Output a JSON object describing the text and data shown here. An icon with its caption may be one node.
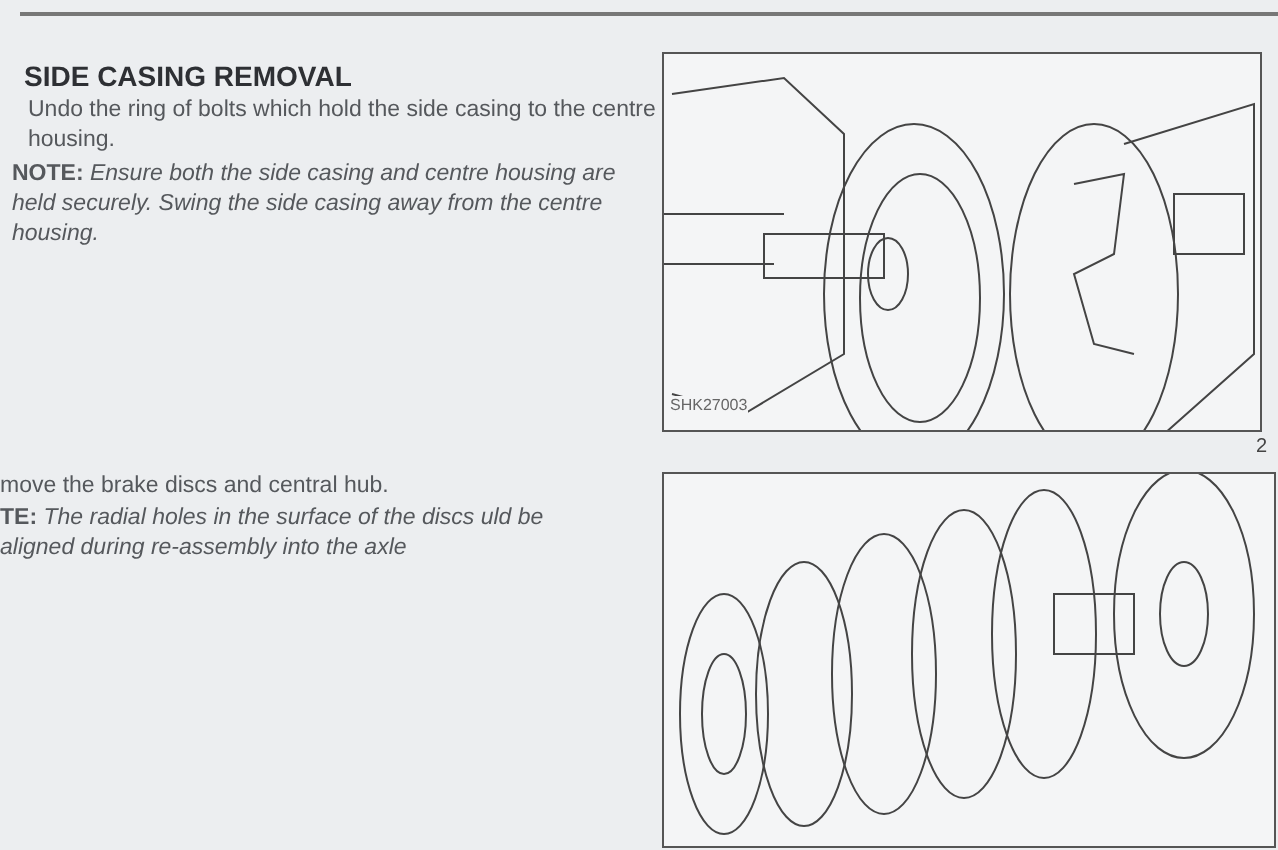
{
  "diagram": {
    "title": "SIDE CASING REMOVAL",
    "labels": [
      "Undo the ring of bolts which hold the side casing to the centre housing.",
      "**NOTE:** *Ensure both the side casing and centre housing are held securely. Swing the side casing away from the centre housing.*",
      "SHK27003",
      "2",
      "move the brake discs and central hub.",
      "**TE:** *The radial holes in the surface of the discs uld be aligned during re-assembly into the axle*"
    ]
  }
}
